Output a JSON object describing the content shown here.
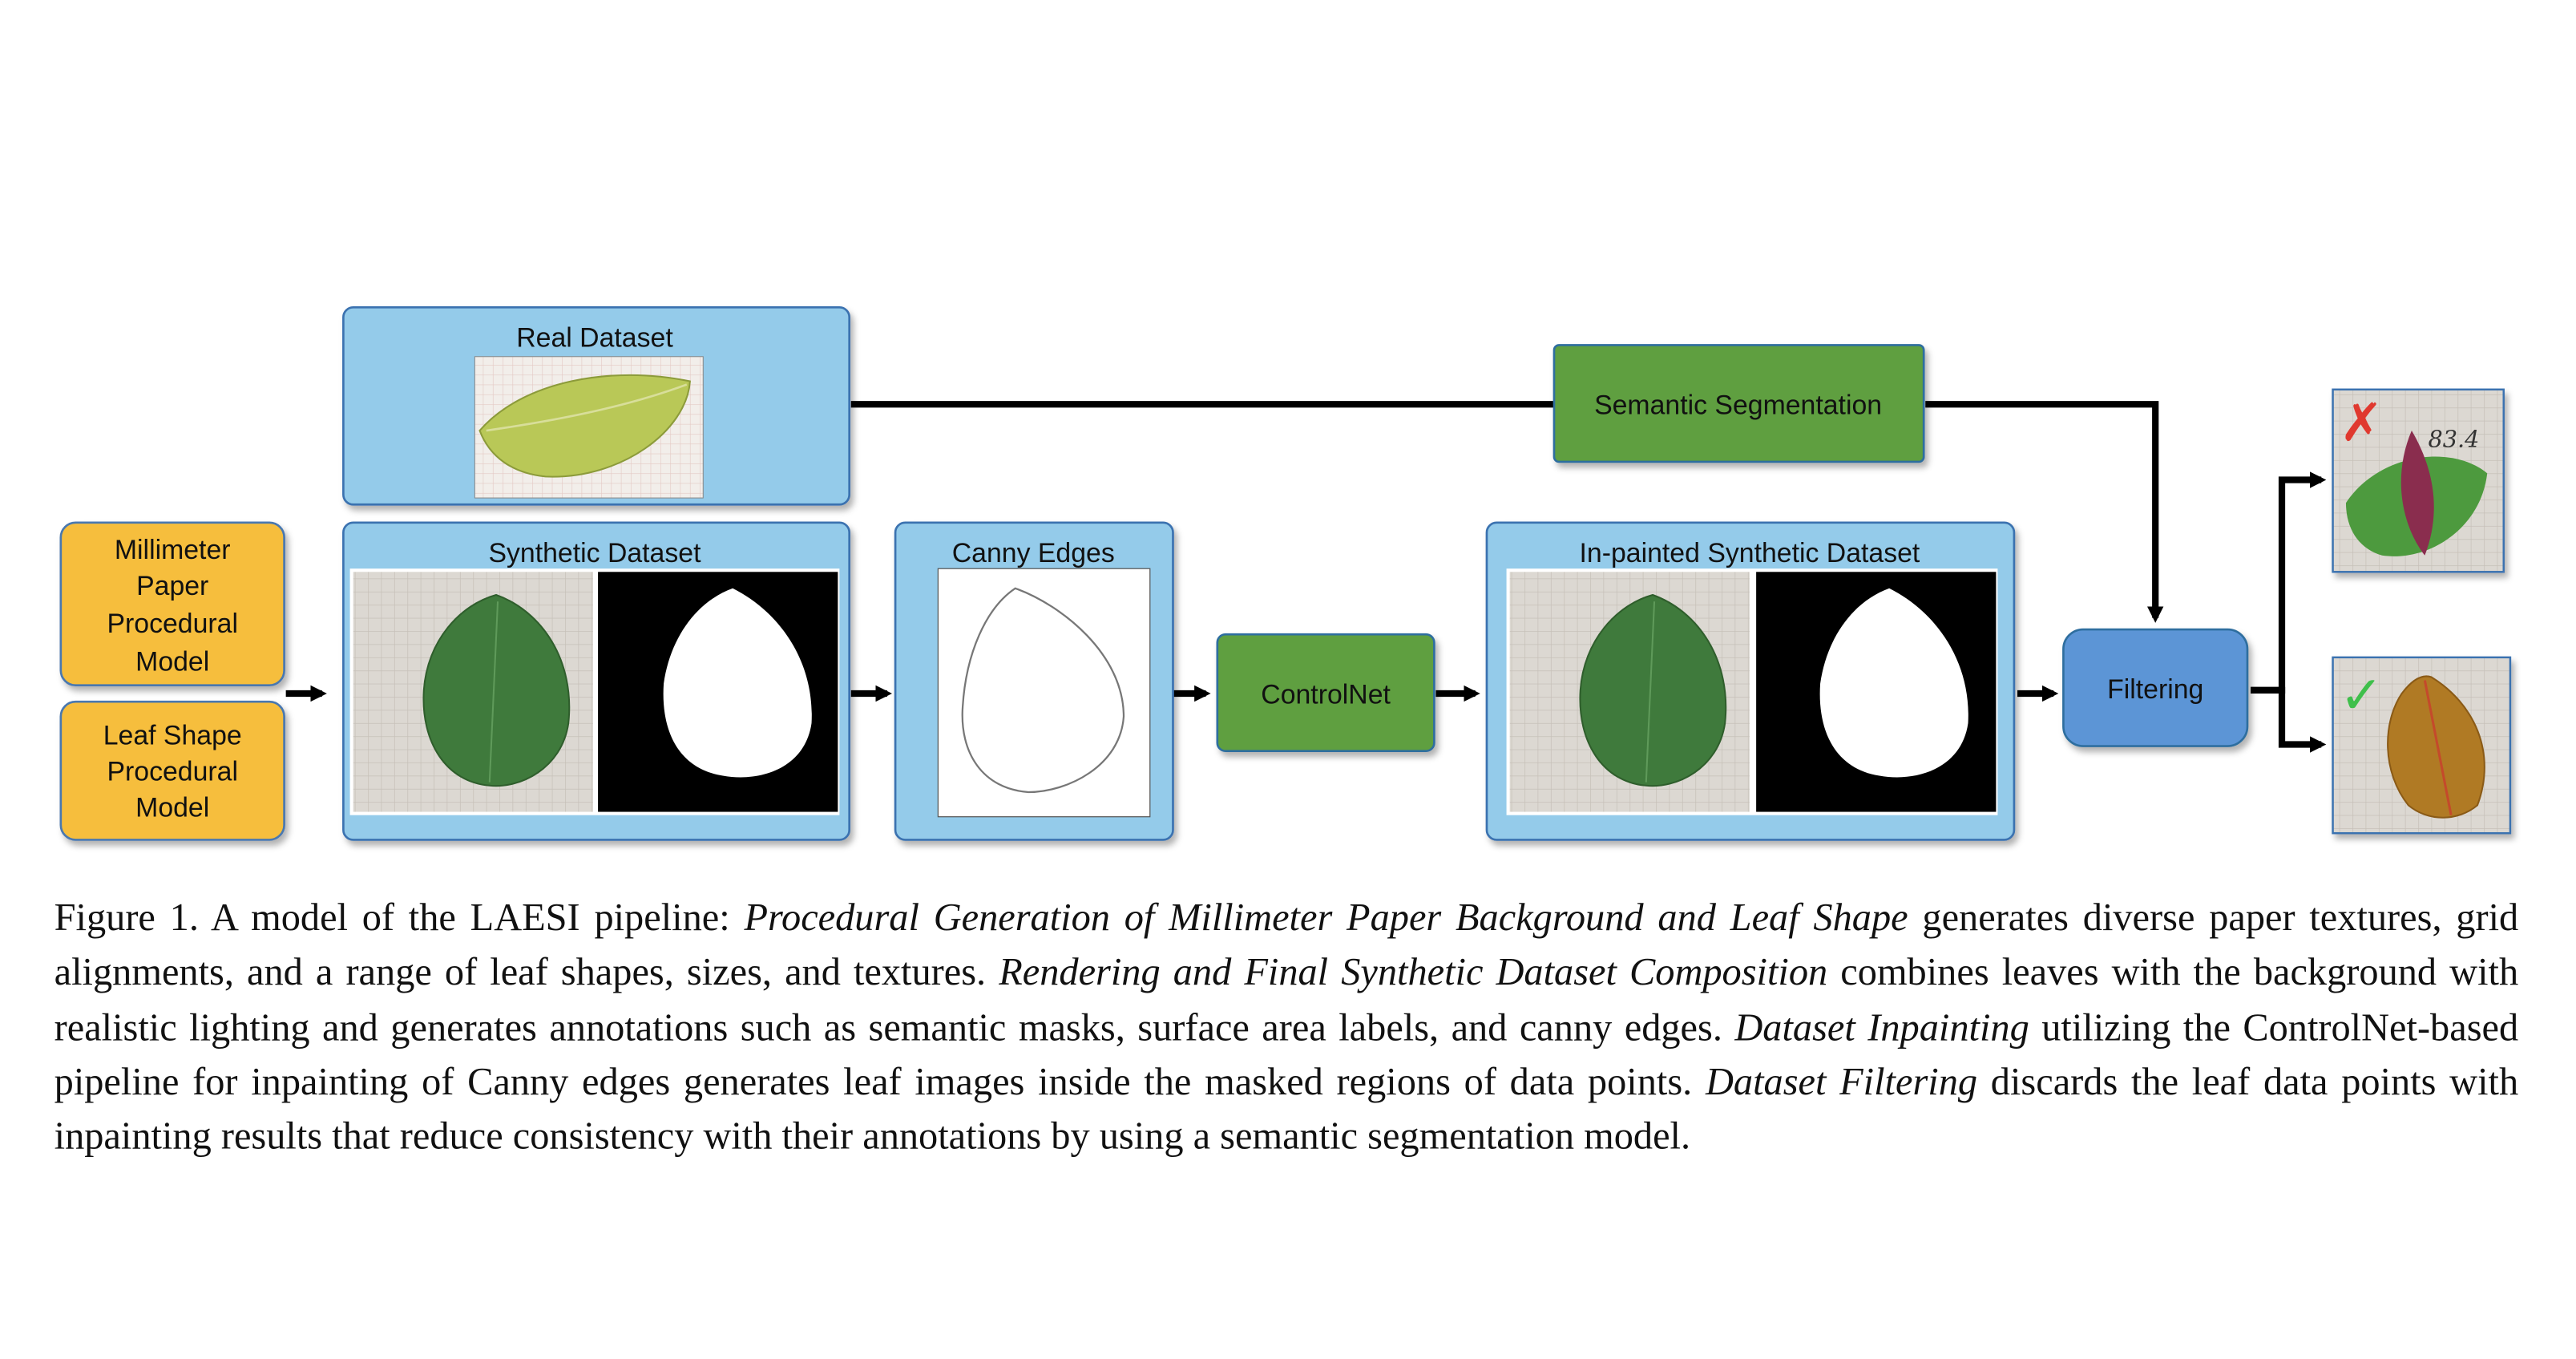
{
  "diagram": {
    "nodes": {
      "millimeter_paper_model": [
        "Millimeter",
        "Paper",
        "Procedural",
        "Model"
      ],
      "leaf_shape_model": [
        "Leaf Shape",
        "Procedural",
        "Model"
      ],
      "real_dataset": "Real Dataset",
      "synthetic_dataset": "Synthetic Dataset",
      "canny_edges": "Canny Edges",
      "controlnet": "ControlNet",
      "inpainted_dataset": "In-painted Synthetic Dataset",
      "semantic_segmentation": "Semantic Segmentation",
      "filtering": "Filtering"
    },
    "result_marks": {
      "rejected": "✗",
      "accepted": "✓"
    },
    "handwritten_label": "83.4",
    "colors": {
      "orange": "#F6BE3E",
      "light_blue": "#94CBEA",
      "green": "#5E9F3F",
      "blue": "#5B95D6",
      "reject": "#E0392F",
      "accept": "#3FBF4B"
    }
  },
  "caption": {
    "prefix": "Figure 1. A model of the LAESI pipeline: ",
    "t1": "Procedural Generation of Millimeter Paper Background and Leaf Shape",
    "s1": " generates diverse paper textures, grid alignments, and a range of leaf shapes, sizes, and textures. ",
    "t2": "Rendering and Final Synthetic Dataset Composition",
    "s2": " combines leaves with the background with realistic lighting and generates annotations such as semantic masks, surface area labels, and canny edges. ",
    "t3": "Dataset Inpainting",
    "s3": " utilizing the ControlNet-based pipeline for inpainting of Canny edges generates leaf images inside the masked regions of data points. ",
    "t4": "Dataset Filtering",
    "s4": " discards the leaf data points with inpainting results that reduce consistency with their annotations by using a semantic segmentation model."
  }
}
